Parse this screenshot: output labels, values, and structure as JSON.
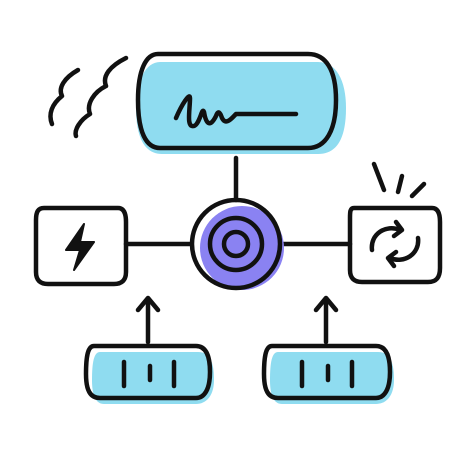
{
  "icon": {
    "name": "workflow-network-icon",
    "colors": {
      "outline": "#111111",
      "accent_blue": "#8fdcf0",
      "accent_purple": "#8a82f2",
      "background": "#ffffff"
    },
    "nodes": [
      {
        "name": "signature-card",
        "icon": "signature-icon"
      },
      {
        "name": "power-card",
        "icon": "lightning-bolt-icon"
      },
      {
        "name": "sync-card",
        "icon": "refresh-arrows-icon"
      },
      {
        "name": "hub-node",
        "icon": "target-circle-icon"
      },
      {
        "name": "input-card-left",
        "icon": "bars-icon"
      },
      {
        "name": "input-card-right",
        "icon": "bars-icon"
      }
    ]
  }
}
